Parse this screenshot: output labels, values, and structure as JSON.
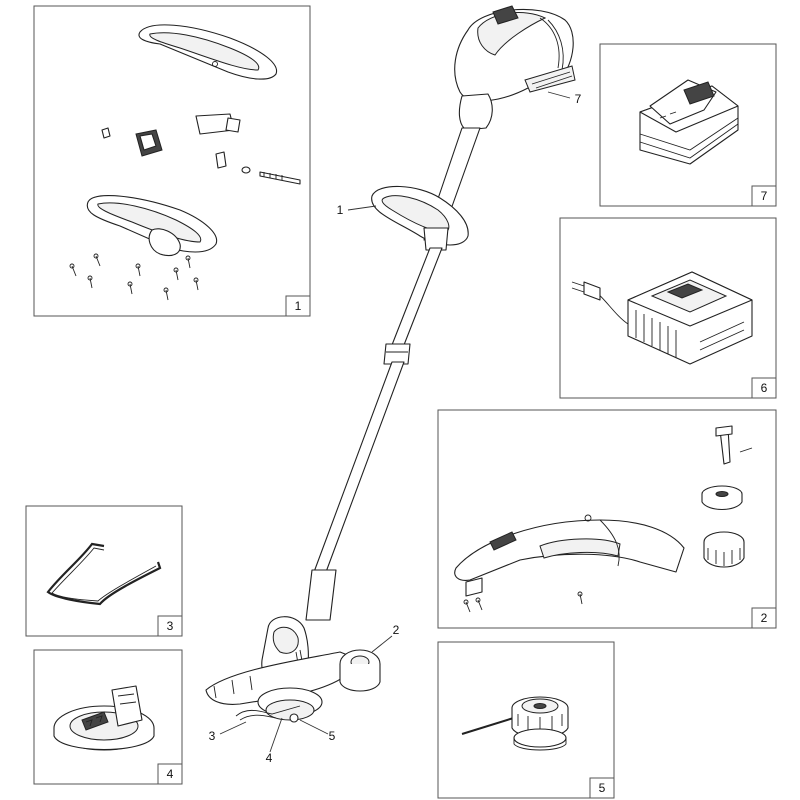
{
  "panels": [
    {
      "id": "handle-assembly",
      "number": "1"
    },
    {
      "id": "guard-assembly",
      "number": "2"
    },
    {
      "id": "edge-guide",
      "number": "3"
    },
    {
      "id": "spool-cap",
      "number": "4"
    },
    {
      "id": "spool-and-line",
      "number": "5"
    },
    {
      "id": "charger",
      "number": "6"
    },
    {
      "id": "battery",
      "number": "7"
    }
  ],
  "callouts": {
    "c1": "1",
    "c2": "2",
    "c3": "3",
    "c4": "4",
    "c5": "5",
    "c7": "7"
  },
  "colors": {
    "line": "#222222",
    "panel_border": "#555555",
    "background": "#ffffff"
  }
}
